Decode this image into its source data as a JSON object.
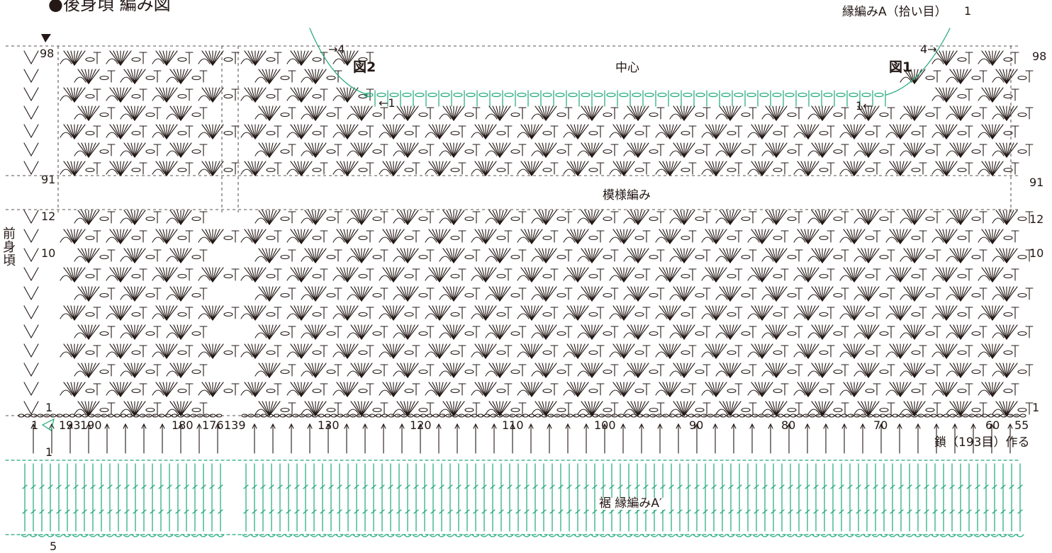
{
  "title": "●後身頃 編み図",
  "labels": {
    "edge_a": "縁編みA（拾い目）",
    "fig2": "図2",
    "fig1": "図1",
    "center": "中心",
    "pattern": "模様編み",
    "front": "前身頃",
    "chain_note": "鎖（193目）作る",
    "hem": "裾 縁編みA′"
  },
  "row_numbers": {
    "r98_left": "98",
    "r98_right": "98",
    "r91_left": "91",
    "r91_right": "91",
    "r12_left": "12",
    "r12_right": "12",
    "r10_left": "10",
    "r10_right": "10",
    "r1_left": "1",
    "r1_right": "1"
  },
  "edge_rows": {
    "fig2_top": "→4",
    "fig2_bottom": "←1",
    "fig1_top": "4→",
    "fig1_bottom": "1←",
    "edge_a_num": "1"
  },
  "hem_rows": {
    "start": "1",
    "end": "5"
  },
  "stitch_counts": {
    "left_group": [
      "1",
      "193",
      "190",
      "180",
      "176"
    ],
    "main_group": [
      "139",
      "130",
      "120",
      "110",
      "100",
      "90",
      "80",
      "70",
      "60",
      "55"
    ]
  },
  "colors": {
    "ink": "#231815",
    "green": "#1fa878"
  }
}
